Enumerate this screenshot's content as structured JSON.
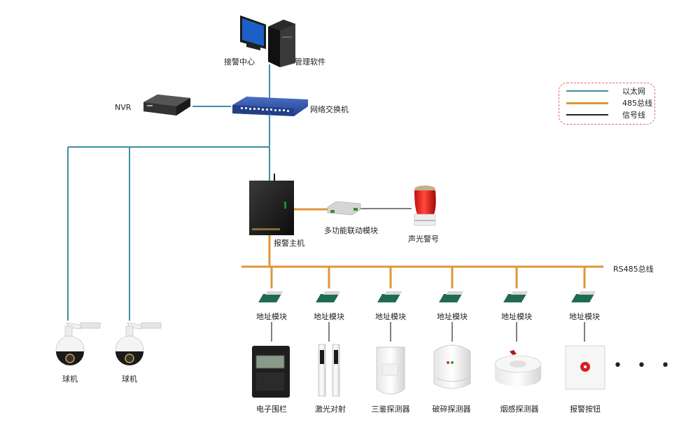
{
  "colors": {
    "ethernet": "#3d8ea6",
    "rs485": "#e0953a",
    "signal": "#222222",
    "legend_border": "#e06a6a"
  },
  "nodes": {
    "alarm_center": "接警中心",
    "software": "管理软件",
    "nvr": "NVR",
    "switch": "网络交换机",
    "alarm_host": "报警主机",
    "linkage_module": "多功能联动模块",
    "siren": "声光警号",
    "rs485_bus": "RS485总线",
    "dome1": "球机",
    "dome2": "球机"
  },
  "address_module_label": "地址模块",
  "devices": [
    {
      "label": "电子围栏",
      "icon": "electric-fence"
    },
    {
      "label": "激光对射",
      "icon": "laser-beam"
    },
    {
      "label": "三鉴探测器",
      "icon": "triple-tech-detector"
    },
    {
      "label": "破碎探测器",
      "icon": "glass-break-detector"
    },
    {
      "label": "烟感探测器",
      "icon": "smoke-detector"
    },
    {
      "label": "报警按钮",
      "icon": "panic-button"
    }
  ],
  "more": "• • •",
  "legend": [
    {
      "label": "以太网",
      "color": "#3d8ea6"
    },
    {
      "label": "485总线",
      "color": "#e0953a"
    },
    {
      "label": "信号线",
      "color": "#222222"
    }
  ]
}
